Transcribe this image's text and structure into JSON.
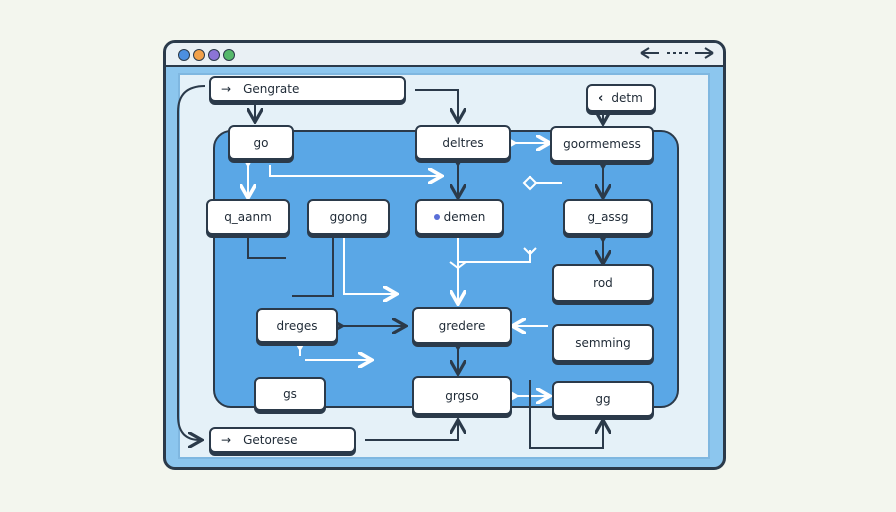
{
  "diagram": {
    "nodes": {
      "generate": "Gengrate",
      "detm": "detm",
      "go": "go",
      "deltres": "deltres",
      "goormemess": "goormemess",
      "qanm": "q_aanm",
      "ggong": "ggong",
      "demen": "demen",
      "gassg": "g_assg",
      "rod": "rod",
      "dreges": "dreges",
      "gredere": "gredere",
      "semming": "semming",
      "gs": "gs",
      "grgso": "grgso",
      "gg": "gg",
      "getorese": "Getorese"
    }
  },
  "colors": {
    "page_bg": "#f3f6ee",
    "window_frame": "#2b3a4a",
    "window_bg": "#8cc6ee",
    "canvas_bg": "#e5f1f8",
    "region_fill": "#5aa7e6",
    "node_fill": "#ffffff",
    "connector_dark": "#2b3a4a",
    "connector_light": "#ffffff"
  },
  "icons": {
    "window_controls": [
      "blue-dot-icon",
      "orange-dot-icon",
      "purple-dot-icon",
      "green-dot-icon"
    ],
    "nav": "double-arrow-icon"
  }
}
